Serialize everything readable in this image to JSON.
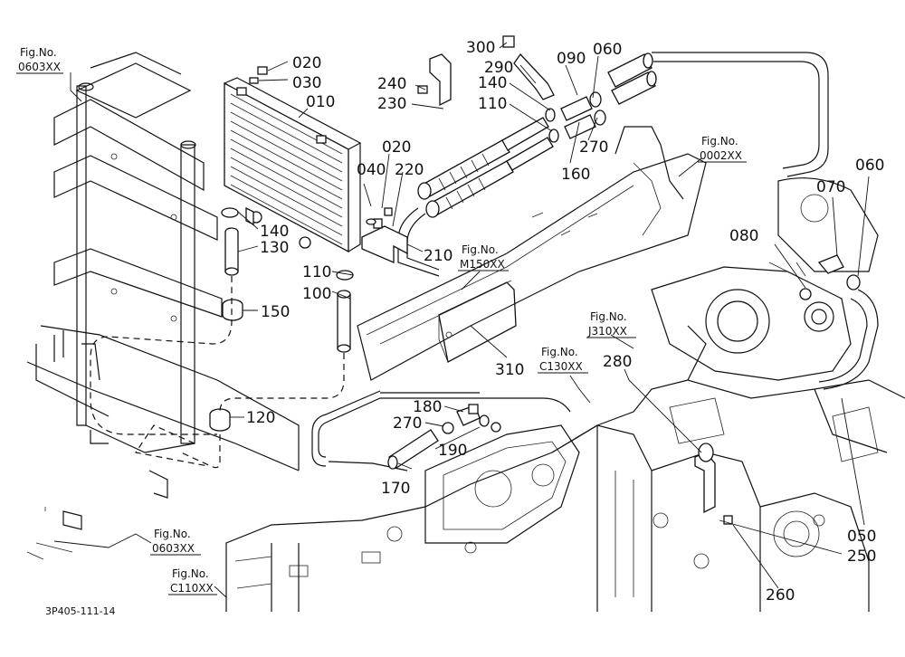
{
  "callouts": [
    {
      "id": "c020a",
      "label": "020"
    },
    {
      "id": "c030",
      "label": "030"
    },
    {
      "id": "c010",
      "label": "010"
    },
    {
      "id": "c020b",
      "label": "020"
    },
    {
      "id": "c040",
      "label": "040"
    },
    {
      "id": "c220",
      "label": "220"
    },
    {
      "id": "c140a",
      "label": "140"
    },
    {
      "id": "c130",
      "label": "130"
    },
    {
      "id": "c210",
      "label": "210"
    },
    {
      "id": "c110a",
      "label": "110"
    },
    {
      "id": "c100",
      "label": "100"
    },
    {
      "id": "c150",
      "label": "150"
    },
    {
      "id": "c120",
      "label": "120"
    },
    {
      "id": "c300",
      "label": "300"
    },
    {
      "id": "c290",
      "label": "290"
    },
    {
      "id": "c090",
      "label": "090"
    },
    {
      "id": "c060a",
      "label": "060"
    },
    {
      "id": "c240",
      "label": "240"
    },
    {
      "id": "c230",
      "label": "230"
    },
    {
      "id": "c140b",
      "label": "140"
    },
    {
      "id": "c110b",
      "label": "110"
    },
    {
      "id": "c270a",
      "label": "270"
    },
    {
      "id": "c160",
      "label": "160"
    },
    {
      "id": "c060b",
      "label": "060"
    },
    {
      "id": "c070",
      "label": "070"
    },
    {
      "id": "c080",
      "label": "080"
    },
    {
      "id": "c310",
      "label": "310"
    },
    {
      "id": "c280",
      "label": "280"
    },
    {
      "id": "c180",
      "label": "180"
    },
    {
      "id": "c270b",
      "label": "270"
    },
    {
      "id": "c190",
      "label": "190"
    },
    {
      "id": "c170",
      "label": "170"
    },
    {
      "id": "c050",
      "label": "050"
    },
    {
      "id": "c250",
      "label": "250"
    },
    {
      "id": "c260",
      "label": "260"
    }
  ],
  "figure_refs": [
    {
      "id": "f0603a",
      "line1": "Fig.No.",
      "line2": "0603XX"
    },
    {
      "id": "f0002",
      "line1": "Fig.No.",
      "line2": "0002XX"
    },
    {
      "id": "fM150",
      "line1": "Fig.No.",
      "line2": "M150XX"
    },
    {
      "id": "fJ310",
      "line1": "Fig.No.",
      "line2": "J310XX"
    },
    {
      "id": "fC130",
      "line1": "Fig.No.",
      "line2": "C130XX"
    },
    {
      "id": "f0603b",
      "line1": "Fig.No.",
      "line2": "0603XX"
    },
    {
      "id": "fC110",
      "line1": "Fig.No.",
      "line2": "C110XX"
    }
  ],
  "drawing_code": "3P405-111-14"
}
